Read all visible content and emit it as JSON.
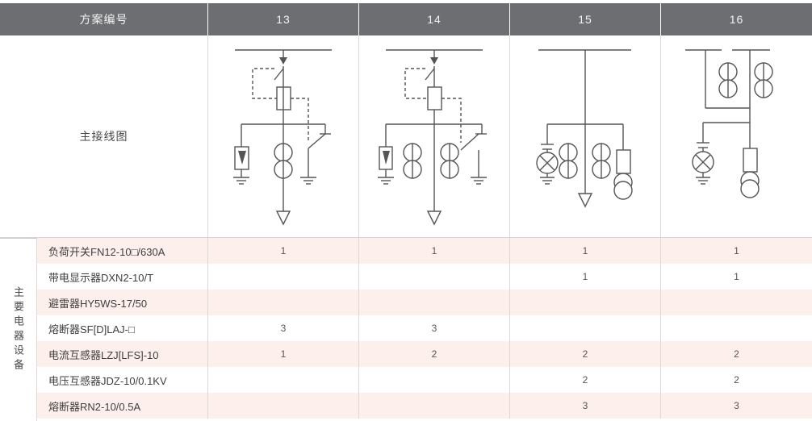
{
  "header": {
    "label": "方案编号",
    "columns": [
      "13",
      "14",
      "15",
      "16"
    ]
  },
  "diagram_row": {
    "label": "主接线图",
    "schematics": [
      "scheme-13",
      "scheme-14",
      "scheme-15",
      "scheme-16"
    ]
  },
  "spec": {
    "group_label": "主要电器设备",
    "rows": [
      {
        "name": "负荷开关FN12-10□/630A",
        "values": [
          "1",
          "1",
          "1",
          "1"
        ]
      },
      {
        "name": "带电显示器DXN2-10/T",
        "values": [
          "",
          "",
          "1",
          "1"
        ]
      },
      {
        "name": "避雷器HY5WS-17/50",
        "values": [
          "",
          "",
          "",
          ""
        ]
      },
      {
        "name": "熔断器SF[D]LAJ-□",
        "values": [
          "3",
          "3",
          "",
          ""
        ]
      },
      {
        "name": "电流互感器LZJ[LFS]-10",
        "values": [
          "1",
          "2",
          "2",
          "2"
        ]
      },
      {
        "name": "电压互感器JDZ-10/0.1KV",
        "values": [
          "",
          "",
          "2",
          "2"
        ]
      },
      {
        "name": "熔断器RN2-10/0.5A",
        "values": [
          "",
          "",
          "3",
          "3"
        ]
      }
    ]
  },
  "colors": {
    "header_bg": "#6d6e71",
    "stripe": "#fcefec",
    "line": "#555555",
    "border": "#ddd8d8"
  }
}
